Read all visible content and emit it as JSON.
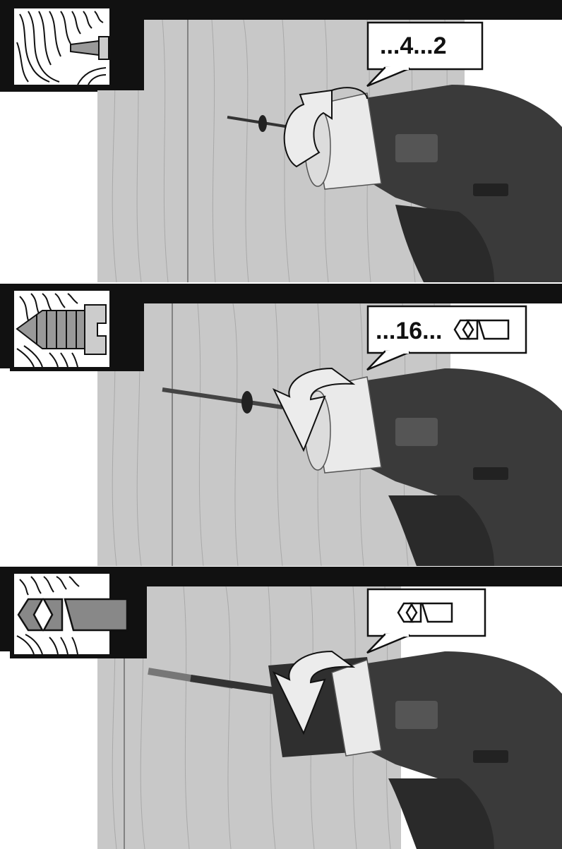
{
  "panels": [
    {
      "id": "screw-small",
      "callout": "...4...2",
      "callout_icon": "",
      "direction": "counterclockwise-arrow",
      "icon": "small-screw-in-wood-icon"
    },
    {
      "id": "screw-large",
      "callout": "...16...",
      "callout_icon": "drill-mode-icon",
      "direction": "clockwise-arrow",
      "icon": "large-screw-in-wood-icon"
    },
    {
      "id": "drill",
      "callout": "",
      "callout_icon": "drill-mode-icon",
      "direction": "clockwise-arrow",
      "icon": "drill-bit-in-wood-icon"
    }
  ],
  "colors": {
    "frame": "#111111",
    "wood": "#c9c9c9",
    "tool_body": "#3a3a3a",
    "collar": "#e6e6e6"
  }
}
